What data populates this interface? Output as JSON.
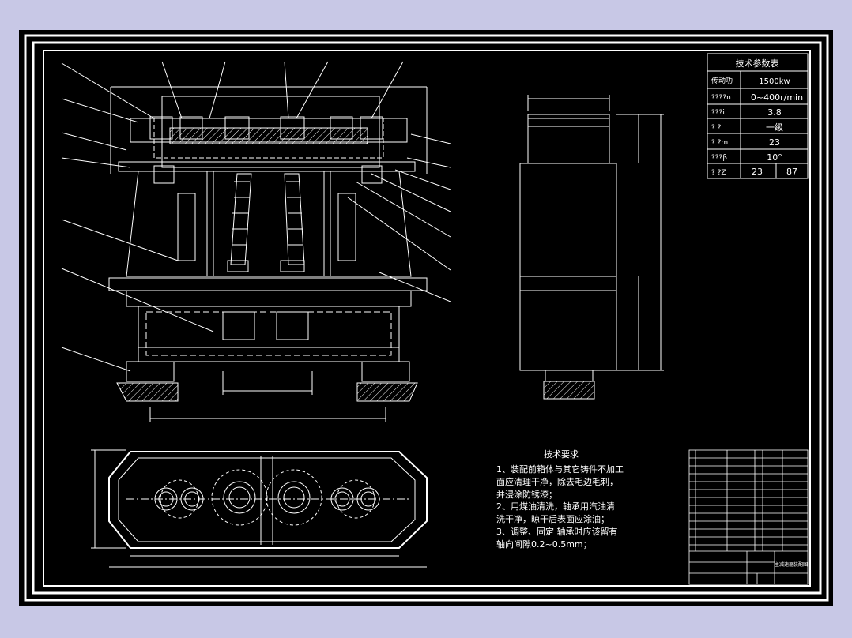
{
  "params_table": {
    "title": "技术参数表",
    "rows": [
      {
        "label": "传动功",
        "value": "1500kw"
      },
      {
        "label": "????n",
        "value": "0~400r/min"
      },
      {
        "label": "???i",
        "value": "3.8"
      },
      {
        "label": "? ?",
        "value": "一级"
      },
      {
        "label": "? ?m",
        "value": "23"
      },
      {
        "label": "???β",
        "value": "10°"
      },
      {
        "label": "? ?Z",
        "value": "23",
        "value2": "87"
      }
    ]
  },
  "tech_requirements": {
    "title": "技术要求",
    "lines": [
      "1、装配前箱体与其它铸件不加工",
      "面应清理干净，除去毛边毛刺，",
      "并浸涂防锈漆；",
      "2、用煤油清洗，轴承用汽油清",
      "洗干净，晾干后表面应涂油；",
      "3、调整、固定 轴承时应该留有",
      "轴向间隙0.2~0.5mm；"
    ]
  },
  "title_block": {
    "drawing_name": "主减速器装配图"
  },
  "colors": {
    "background": "#c8c8e6",
    "sheet": "#000000",
    "lines": "#ffffff"
  }
}
